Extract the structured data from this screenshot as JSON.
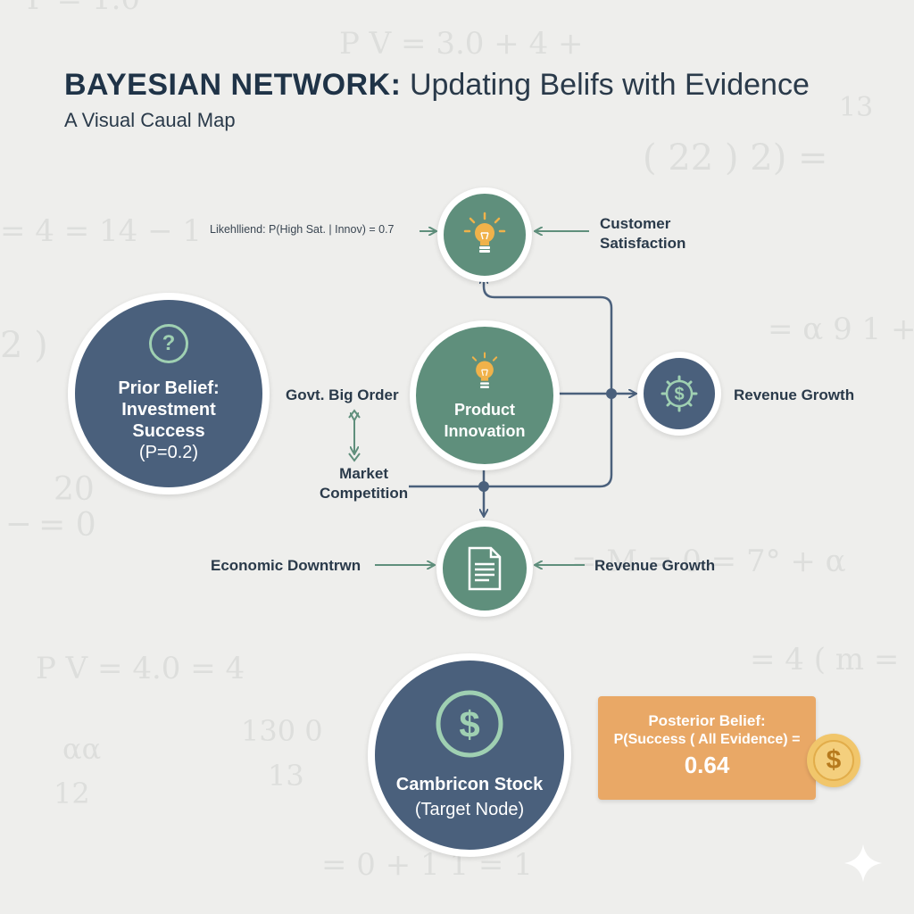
{
  "header": {
    "title_bold": "BAYESIAN NETWORK:",
    "title_rest": "Updating Belifs with Evidence",
    "subtitle": "A Visual Caual Map"
  },
  "nodes": {
    "prior": {
      "line1": "Prior Belief:",
      "line2": "Investment",
      "line3": "Success",
      "line4": "(P=0.2)"
    },
    "product_innovation": {
      "line1": "Product",
      "line2": "Innovation"
    },
    "target": {
      "line1": "Cambricon Stock",
      "line2": "(Target Node)"
    }
  },
  "labels": {
    "likelihood": "Likehlliend: P(High Sat. | Innov) = 0.7",
    "customer_satisfaction_1": "Customer",
    "customer_satisfaction_2": "Satisfaction",
    "govt_big_order": "Govt. Big Order",
    "market_competition_1": "Market",
    "market_competition_2": "Competition",
    "revenue_growth_right": "Revenue Growth",
    "economic_downturn": "Economic Downtrwn",
    "revenue_growth_bottom": "Revenue Growth"
  },
  "posterior": {
    "line1": "Posterior Belief:",
    "line2": "P(Success ( All Evidence) =",
    "value": "0.64"
  },
  "coin_symbol": "$",
  "colors": {
    "teal_node": "#5f8f7c",
    "navy_node": "#4a607c",
    "posterior_box": "#e9a866",
    "connector": "#4a607c",
    "arrow_green": "#5f8f7c",
    "bulb": "#f0b24a"
  }
}
